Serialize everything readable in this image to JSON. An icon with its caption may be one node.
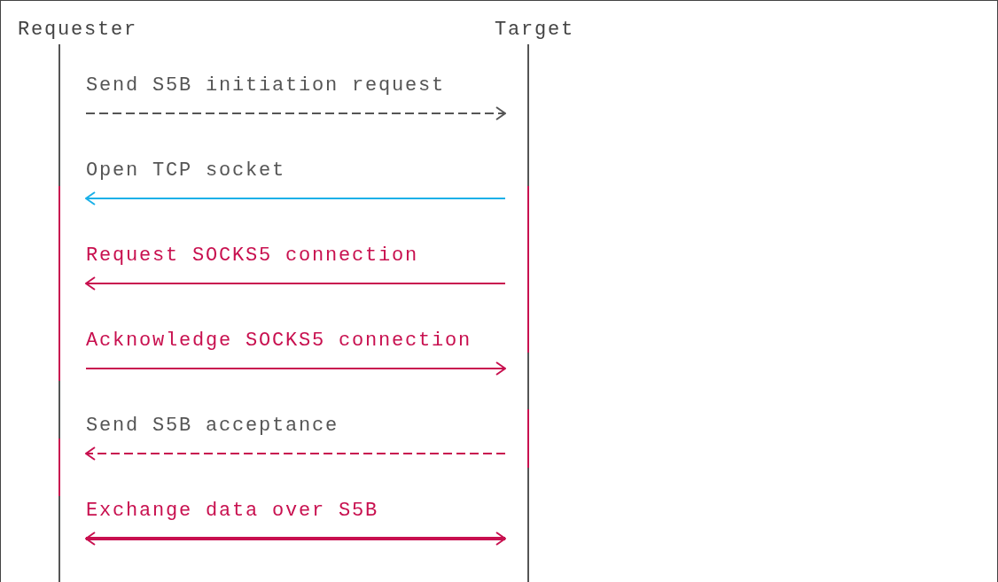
{
  "diagram": {
    "nodes": [
      {
        "text": [
          "Requester"
        ]
      },
      {
        "text": [
          "Target"
        ]
      }
    ],
    "edges": [
      {
        "from": 0,
        "to": 1,
        "arrow": "to",
        "label": "Send S5B initiation request",
        "style": "dashed",
        "color": "#555555"
      },
      {
        "from": 1,
        "to": 0,
        "arrow": "to",
        "label": "Open TCP socket",
        "color": "#1ab0e8"
      },
      {
        "from": 1,
        "to": 0,
        "arrow": "to",
        "label": "Request SOCKS5 connection"
      },
      {
        "from": 0,
        "to": 1,
        "arrow": "to",
        "label": "Acknowledge SOCKS5 connection"
      },
      {
        "from": 1,
        "to": 0,
        "arrow": "to",
        "label": "Send S5B acceptance",
        "style": "dashed"
      },
      {
        "from": 0,
        "to": 1,
        "arrow": "both",
        "label": "Exchange data over S5B",
        "style": "thick"
      }
    ]
  }
}
